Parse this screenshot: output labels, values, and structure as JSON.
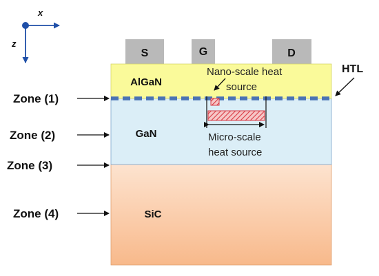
{
  "axes": {
    "x_label": "x",
    "z_label": "z"
  },
  "terminals": {
    "source": "S",
    "gate": "G",
    "drain": "D"
  },
  "layers": {
    "barrier": "AlGaN",
    "channel": "GaN",
    "substrate": "SiC"
  },
  "htl_label": "HTL",
  "nano_heat": {
    "line1": "Nano-scale heat",
    "line2": "source"
  },
  "micro_heat": {
    "line1": "Micro-scale",
    "line2": "heat source"
  },
  "zones": [
    "Zone (1)",
    "Zone (2)",
    "Zone (3)",
    "Zone (4)"
  ],
  "colors": {
    "algan": "#fafa9a",
    "gan": "#dbeef7",
    "sic_top": "#fbe1cc",
    "sic_bottom": "#f9b98d",
    "htl": "#4a73b4",
    "heat": "#e0505a",
    "terminal": "#b9b9b9",
    "axis_blue": "#1f4fa8"
  }
}
